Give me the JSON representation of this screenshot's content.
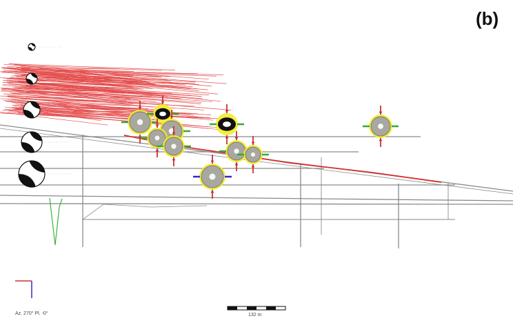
{
  "panel_label": "(b)",
  "orientation_label": "Az. 270° Pl. -0°",
  "scale_label": "132 m",
  "colors": {
    "background": "#ffffff",
    "excavation_lines": "#8a8a8a",
    "dense_fractures": "#e03030",
    "fault_trace": "#d23030",
    "borehole": "#3cb33c",
    "mechanism_gray": "#a8a8a0",
    "mechanism_halo": "#f2ec2a",
    "pressure_arrow": "#c83232",
    "tension_arrow_green": "#33aa33",
    "tension_arrow_blue": "#2a2ad0",
    "axis_red": "#d23030",
    "axis_blue": "#2a2ad0"
  },
  "legend_spheres": [
    {
      "label": "",
      "tag": "legend-sphere-1"
    },
    {
      "label": "",
      "tag": "legend-sphere-2"
    },
    {
      "label": "",
      "tag": "legend-sphere-3"
    },
    {
      "label": "",
      "tag": "legend-sphere-4"
    },
    {
      "label": "",
      "tag": "legend-sphere-5"
    }
  ]
}
